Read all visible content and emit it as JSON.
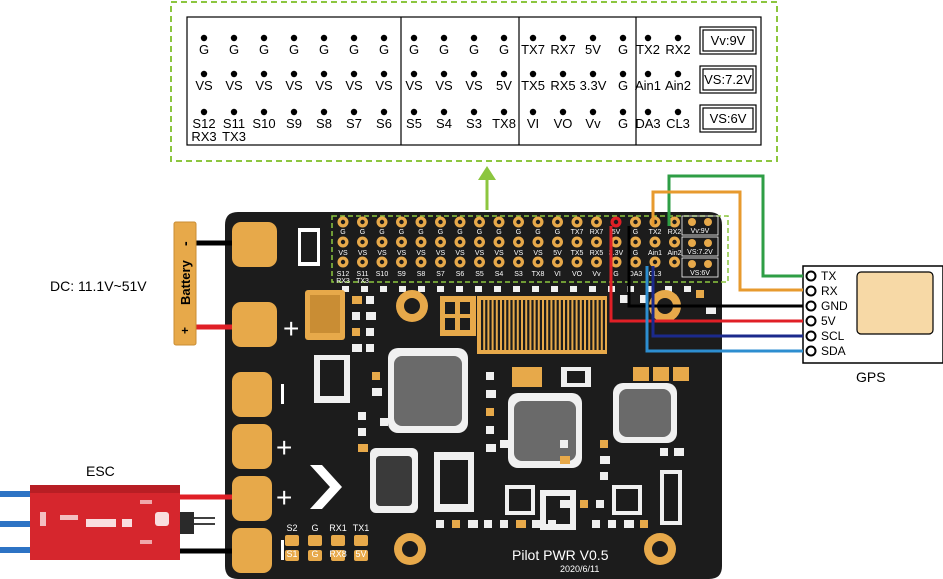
{
  "header_table": {
    "groups": [
      {
        "cols": [
          [
            "G",
            "VS",
            "S12\nRX3"
          ],
          [
            "G",
            "VS",
            "S11\nTX3"
          ],
          [
            "G",
            "VS",
            "S10"
          ],
          [
            "G",
            "VS",
            "S9"
          ],
          [
            "G",
            "VS",
            "S8"
          ],
          [
            "G",
            "VS",
            "S7"
          ],
          [
            "G",
            "VS",
            "S6"
          ]
        ]
      },
      {
        "cols": [
          [
            "G",
            "VS",
            "S5"
          ],
          [
            "G",
            "VS",
            "S4"
          ],
          [
            "G",
            "VS",
            "S3"
          ],
          [
            "G",
            "5V",
            "TX8"
          ]
        ]
      },
      {
        "cols": [
          [
            "TX7",
            "TX5",
            "VI"
          ],
          [
            "RX7",
            "RX5",
            "VO"
          ],
          [
            "5V",
            "3.3V",
            "Vv"
          ],
          [
            "G",
            "G",
            "G"
          ]
        ]
      },
      {
        "cols": [
          [
            "TX2",
            "Ain1",
            "DA3"
          ],
          [
            "RX2",
            "Ain2",
            "CL3"
          ]
        ]
      }
    ],
    "jumpers": [
      "Vv:9V",
      "VS:7.2V",
      "VS:6V"
    ]
  },
  "board": {
    "title": "Pilot PWR V0.5",
    "date": "2020/6/11",
    "header_row_top": [
      "G",
      "G",
      "G",
      "G",
      "G",
      "G",
      "G",
      "G",
      "G",
      "G",
      "G",
      "G",
      "TX7",
      "RX7",
      "5V",
      "G",
      "TX2",
      "RX2"
    ],
    "header_row_mid": [
      "VS",
      "VS",
      "VS",
      "VS",
      "VS",
      "VS",
      "VS",
      "VS",
      "VS",
      "VS",
      "VS",
      "5V",
      "TX5",
      "RX5",
      "3.3V",
      "G",
      "Ain1",
      "Ain2"
    ],
    "header_row_bot": [
      "S12",
      "S11",
      "S10",
      "S9",
      "S8",
      "S7",
      "S6",
      "S5",
      "S4",
      "S3",
      "TX8",
      "VI",
      "VO",
      "Vv",
      "G",
      "DA3",
      "CL3"
    ],
    "header_row_bot2": [
      "RX3",
      "TX3"
    ],
    "jumpers": [
      "Vv:9V",
      "VS:7.2V",
      "VS:6V"
    ],
    "bottom_header_top": [
      "S2",
      "G",
      "RX1",
      "TX1"
    ],
    "bottom_header_bot": [
      "S1",
      "G",
      "RX8",
      "5V"
    ],
    "plus_sign": "+",
    "minus_sign": "−"
  },
  "battery": {
    "label": "Battery",
    "minus": "-",
    "plus": "+"
  },
  "dc_label": "DC: 11.1V~51V",
  "esc_label": "ESC",
  "gps": {
    "label": "GPS",
    "pins": [
      "TX",
      "RX",
      "GND",
      "5V",
      "SCL",
      "SDA"
    ]
  },
  "colors": {
    "board": "#1c1c1c",
    "pad": "#e7a94a",
    "dashed": "#8cc63f",
    "arrow": "#8cc63f",
    "wire_green": "#2e9e45",
    "wire_orange": "#e79a2e",
    "wire_black": "#000000",
    "wire_red": "#e01f26",
    "wire_navy": "#1b2a8c",
    "wire_blue": "#2d8ed0",
    "esc": "#d6262d",
    "esc_wire": "#2d73c4"
  }
}
